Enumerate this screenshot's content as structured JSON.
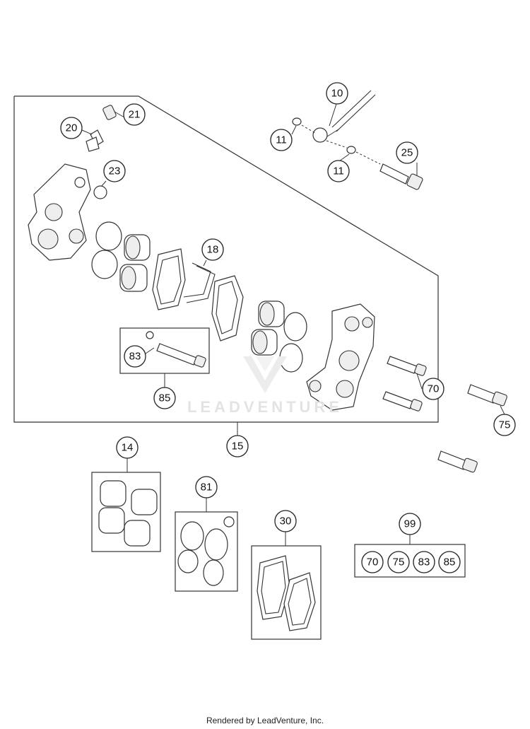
{
  "callouts": {
    "c10": "10",
    "c11a": "11",
    "c11b": "11",
    "c14": "14",
    "c15": "15",
    "c18": "18",
    "c20": "20",
    "c21": "21",
    "c23": "23",
    "c25": "25",
    "c30": "30",
    "c70": "70",
    "c75": "75",
    "c81": "81",
    "c83": "83",
    "c85": "85",
    "c99": "99",
    "kit99": [
      "70",
      "75",
      "83",
      "85"
    ]
  },
  "watermark": {
    "text": "LEADVENTURE",
    "icon": "leadventure-logo-icon"
  },
  "footer": {
    "text": "Rendered by LeadVenture, Inc."
  },
  "colors": {
    "line": "#333333",
    "watermark": "#e3e3e3"
  }
}
